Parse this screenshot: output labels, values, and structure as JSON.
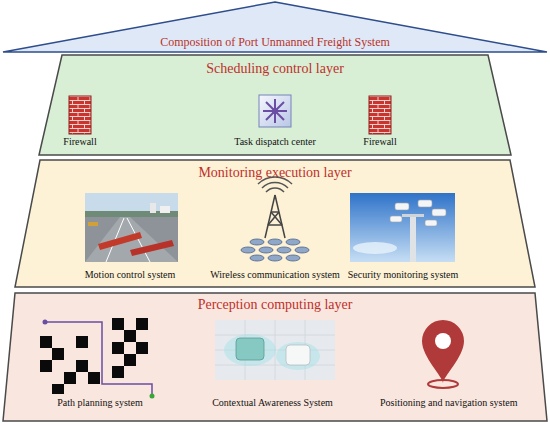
{
  "diagram": {
    "nodes": [
      {
        "text": [
          "Composition of Port Unmanned Freight System"
        ]
      },
      {
        "text": [
          "Scheduling control layer"
        ]
      },
      {
        "text": [
          "Firewall"
        ],
        "in": 1
      },
      {
        "text": [
          "Task dispatch center"
        ],
        "in": 1
      },
      {
        "text": [
          "Firewall"
        ],
        "in": 1
      },
      {
        "text": [
          "Monitoring execution layer"
        ]
      },
      {
        "text": [
          "Motion control system"
        ],
        "in": 5
      },
      {
        "text": [
          "Wireless communication system"
        ],
        "in": 5
      },
      {
        "text": [
          "Security monitoring system"
        ],
        "in": 5
      },
      {
        "text": [
          "Perception computing layer"
        ]
      },
      {
        "text": [
          "Path planning system"
        ],
        "in": 9
      },
      {
        "text": [
          "Contextual Awareness System"
        ],
        "in": 9
      },
      {
        "text": [
          "Positioning and navigation system"
        ],
        "in": 9
      }
    ]
  }
}
